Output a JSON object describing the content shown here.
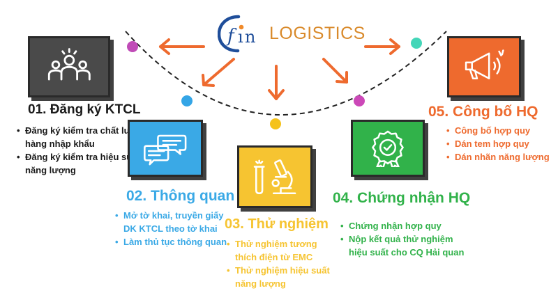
{
  "brand": {
    "name": "LOGISTICS",
    "mark_letters": "fin"
  },
  "colors": {
    "orange": "#ee6a2e",
    "blue": "#3aa9e6",
    "yellow": "#f6c431",
    "green": "#31b24a",
    "dark": "#4a4a4a",
    "gold_text": "#d9a62b",
    "dot_purple": "#c04bb7",
    "dot_teal": "#43d6b8",
    "dot_blue": "#34a5e6",
    "dot_yellow": "#f5c219",
    "dot_magenta": "#cc48b8"
  },
  "steps": [
    {
      "title": "01. Đăng ký KTCL",
      "icon": "team-people-icon",
      "bullets": [
        "Đăng ký kiểm tra chất lượng hàng nhập khẩu",
        "Đăng ký kiểm tra hiệu suất năng lượng"
      ]
    },
    {
      "title": "02. Thông quan",
      "icon": "chat-bubbles-icon",
      "bullets": [
        "Mở tờ khai, truyền giấy DK KTCL theo tờ khai",
        "Làm thủ tục thông quan"
      ]
    },
    {
      "title": "03. Thử nghiệm",
      "icon": "microscope-lab-icon",
      "bullets": [
        "Thử nghiệm tương thích điện từ EMC",
        "Thử nghiệm hiệu suất năng lượng"
      ]
    },
    {
      "title": "04. Chứng nhận HQ",
      "icon": "award-badge-icon",
      "bullets": [
        "Chứng nhận hợp quy",
        "Nộp kết quả thử nghiệm hiệu suất cho CQ Hải quan"
      ]
    },
    {
      "title": "05. Công bố HQ",
      "icon": "megaphone-icon",
      "bullets": [
        "Công bố hợp quy",
        "Dán tem hợp quy",
        "Dán nhãn năng lượng"
      ]
    }
  ]
}
